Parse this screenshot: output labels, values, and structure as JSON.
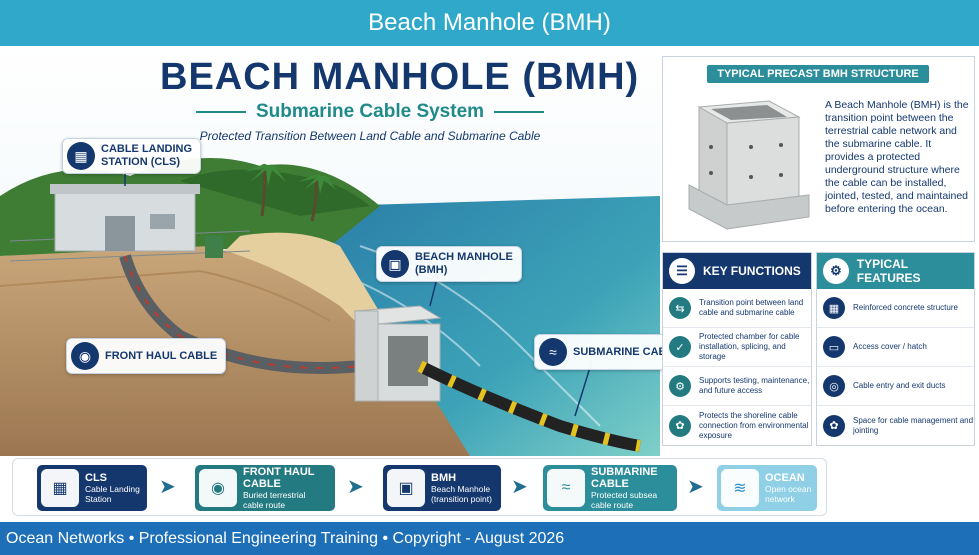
{
  "header": {
    "title": "Beach Manhole (BMH)"
  },
  "hero": {
    "title": "BEACH MANHOLE (BMH)",
    "subtitle": "Submarine Cable System",
    "tagline": "Protected Transition Between Land Cable and Submarine Cable"
  },
  "callouts": {
    "cls": {
      "line1": "CABLE LANDING",
      "line2": "STATION (CLS)",
      "icon": "building-icon"
    },
    "bmh": {
      "line1": "BEACH MANHOLE",
      "line2": "(BMH)",
      "icon": "box-icon"
    },
    "front_haul": {
      "label": "FRONT HAUL CABLE",
      "icon": "cable-icon"
    },
    "submarine": {
      "label": "SUBMARINE CABLE",
      "icon": "waves-icon"
    }
  },
  "precast": {
    "title": "TYPICAL PRECAST BMH STRUCTURE",
    "description": "A Beach Manhole (BMH) is the transition point between the terrestrial cable network and the submarine cable. It provides a protected underground structure where the cable can be installed, jointed, tested, and maintained before entering the ocean."
  },
  "key_functions": {
    "title": "KEY FUNCTIONS",
    "items": [
      {
        "text": "Transition point between land cable and submarine cable",
        "icon": "transition-icon"
      },
      {
        "text": "Protected chamber for cable installation, splicing, and storage",
        "icon": "shield-icon"
      },
      {
        "text": "Supports testing, maintenance, and future access",
        "icon": "wrench-icon"
      },
      {
        "text": "Protects the shoreline cable connection from environmental exposure",
        "icon": "leaf-icon"
      }
    ]
  },
  "typical_features": {
    "title": "TYPICAL FEATURES",
    "items": [
      {
        "text": "Reinforced concrete structure",
        "icon": "brick-icon"
      },
      {
        "text": "Access cover / hatch",
        "icon": "hatch-icon"
      },
      {
        "text": "Cable entry and exit ducts",
        "icon": "duct-icon"
      },
      {
        "text": "Space for cable management and jointing",
        "icon": "coil-icon"
      }
    ]
  },
  "flow": [
    {
      "title": "CLS",
      "desc1": "Cable Landing",
      "desc2": "Station",
      "icon": "building-icon",
      "color": "#14386e"
    },
    {
      "title": "FRONT HAUL CABLE",
      "desc1": "Buried terrestrial",
      "desc2": "cable route",
      "icon": "cable-icon",
      "color": "#237a80"
    },
    {
      "title": "BMH",
      "desc1": "Beach Manhole",
      "desc2": "(transition point)",
      "icon": "box-icon",
      "color": "#14386e"
    },
    {
      "title": "SUBMARINE CABLE",
      "desc1": "Protected subsea",
      "desc2": "cable route",
      "icon": "waves-icon",
      "color": "#2b8e9a"
    },
    {
      "title": "OCEAN",
      "desc1": "Open ocean",
      "desc2": "network",
      "icon": "ocean-icon",
      "color": "#8fd0e6"
    }
  ],
  "footer": {
    "text": "Ocean Networks • Professional Engineering Training • Copyright - August 2026"
  }
}
